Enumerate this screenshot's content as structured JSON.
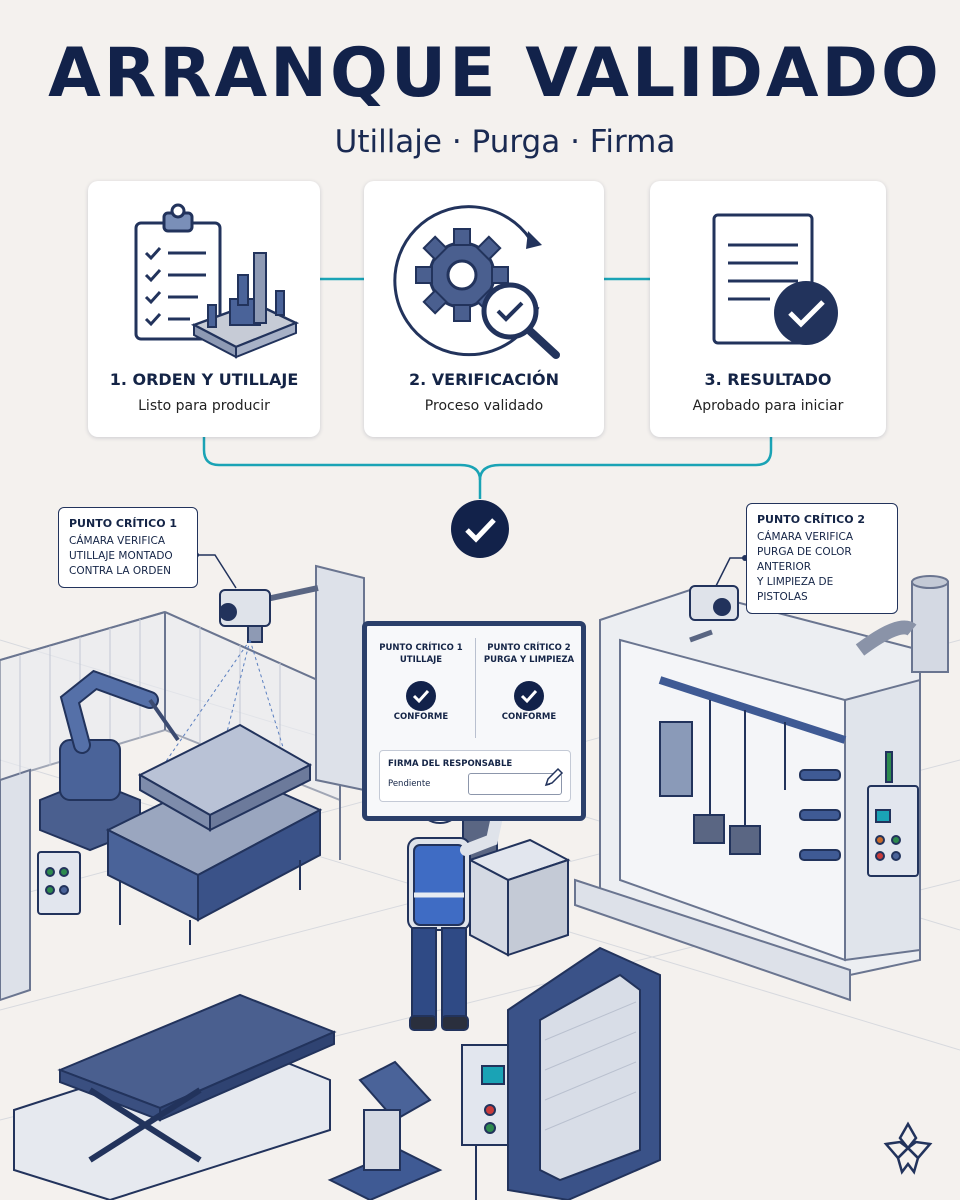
{
  "header": {
    "title": "ARRANQUE VALIDADO",
    "subtitle": "Utillaje · Purga · Firma"
  },
  "steps": [
    {
      "title": "1. ORDEN Y UTILLAJE",
      "subtitle": "Listo para producir",
      "icon": "clipboard-fixture-icon"
    },
    {
      "title": "2. VERIFICACIÓN",
      "subtitle": "Proceso validado",
      "icon": "gear-magnifier-icon"
    },
    {
      "title": "3. RESULTADO",
      "subtitle": "Aprobado para iniciar",
      "icon": "document-check-icon"
    }
  ],
  "callouts": [
    {
      "title": "PUNTO CRÍTICO 1",
      "lines": [
        "CÁMARA VERIFICA",
        "UTILLAJE MONTADO",
        "CONTRA LA ORDEN"
      ]
    },
    {
      "title": "PUNTO CRÍTICO 2",
      "lines": [
        "CÁMARA VERIFICA",
        "PURGA DE COLOR ANTERIOR",
        "Y LIMPIEZA DE PISTOLAS"
      ]
    }
  ],
  "screen": {
    "col1_title": "PUNTO CRÍTICO 1",
    "col1_sub": "UTILLAJE",
    "col1_status": "CONFORME",
    "col2_title": "PUNTO CRÍTICO 2",
    "col2_sub": "PURGA Y LIMPIEZA",
    "col2_status": "CONFORME",
    "signature_label": "FIRMA DEL RESPONSABLE",
    "signature_status": "Pendiente"
  },
  "colors": {
    "navy": "#12224a",
    "teal": "#1aa3b5",
    "steel_blue": "#3d5a94",
    "background": "#f4f1ee"
  }
}
